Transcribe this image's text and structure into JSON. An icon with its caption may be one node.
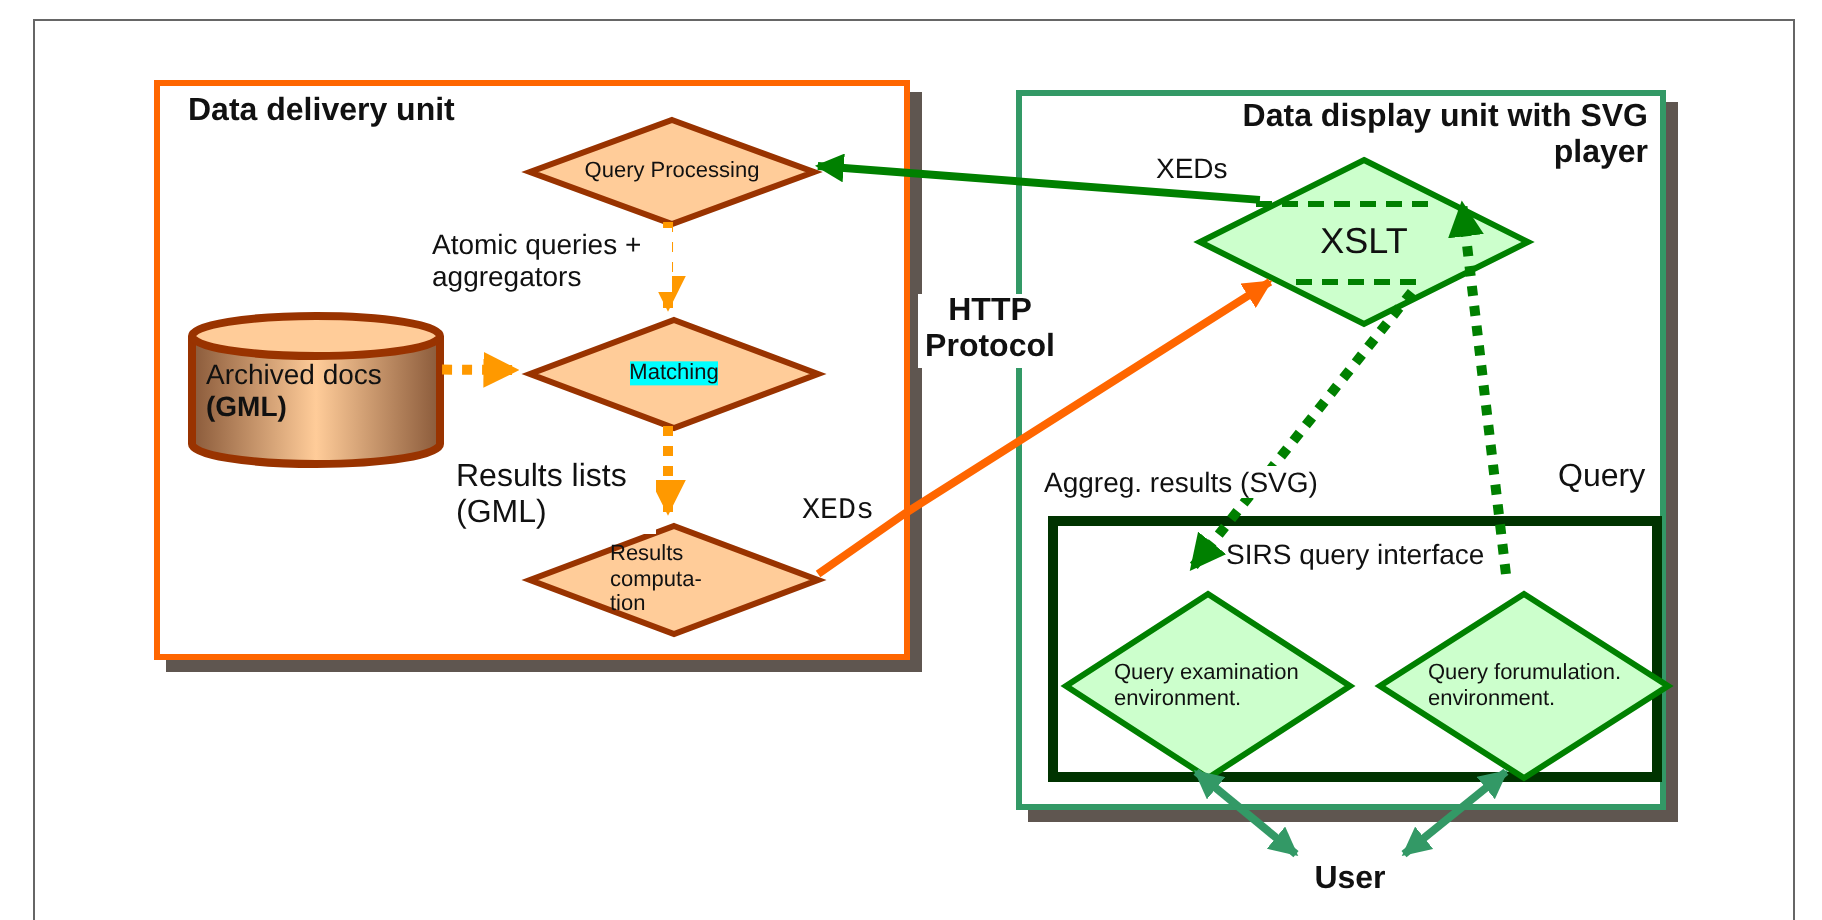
{
  "diagram": {
    "nodes": [
      {
        "text": [
          "Data delivery unit"
        ]
      },
      {
        "text": [
          "Query Processing"
        ],
        "in": 0
      },
      {
        "text": [
          "Matching"
        ],
        "in": 0
      },
      {
        "text": [
          "Archived docs **(GML)**"
        ],
        "in": 0
      },
      {
        "text": [
          "Results computa-tion"
        ],
        "in": 0
      },
      {
        "text": [
          "Data display unit with SVG player"
        ]
      },
      {
        "text": [
          "XSLT"
        ],
        "in": 5
      },
      {
        "text": [
          "SIRS query interface"
        ],
        "in": 5
      },
      {
        "text": [
          "Query examination environment."
        ],
        "in": 7
      },
      {
        "text": [
          "Query forumulation. environment."
        ],
        "in": 7
      },
      {
        "text": [
          "User"
        ]
      }
    ],
    "edges": [
      {
        "from": 6,
        "to": 1,
        "arrow": "to",
        "label": "XEDs",
        "color": "#008000"
      },
      {
        "from": 4,
        "to": 6,
        "arrow": "to",
        "label": "XEDs",
        "color": "#ff6600"
      },
      {
        "from": 1,
        "to": 2,
        "arrow": "to",
        "label": "Atomic queries + aggregators",
        "style": "dashed",
        "color": "#ff9900"
      },
      {
        "from": 3,
        "to": 2,
        "arrow": "to",
        "style": "dashed",
        "color": "#ff9900"
      },
      {
        "from": 2,
        "to": 4,
        "arrow": "to",
        "label": "Results lists (GML)",
        "style": "dashed",
        "color": "#ff9900"
      },
      {
        "from": 6,
        "to": 8,
        "arrow": "to",
        "label": "Aggreg. results (SVG)",
        "style": "dashed",
        "color": "#008000"
      },
      {
        "from": 9,
        "to": 6,
        "arrow": "to",
        "label": "Query",
        "style": "dashed",
        "color": "#008000"
      },
      {
        "from": 8,
        "to": 10,
        "arrow": "both",
        "color": "#339966"
      },
      {
        "from": 9,
        "to": 10,
        "arrow": "both",
        "color": "#339966"
      }
    ],
    "labels": [
      "HTTP Protocol"
    ]
  }
}
